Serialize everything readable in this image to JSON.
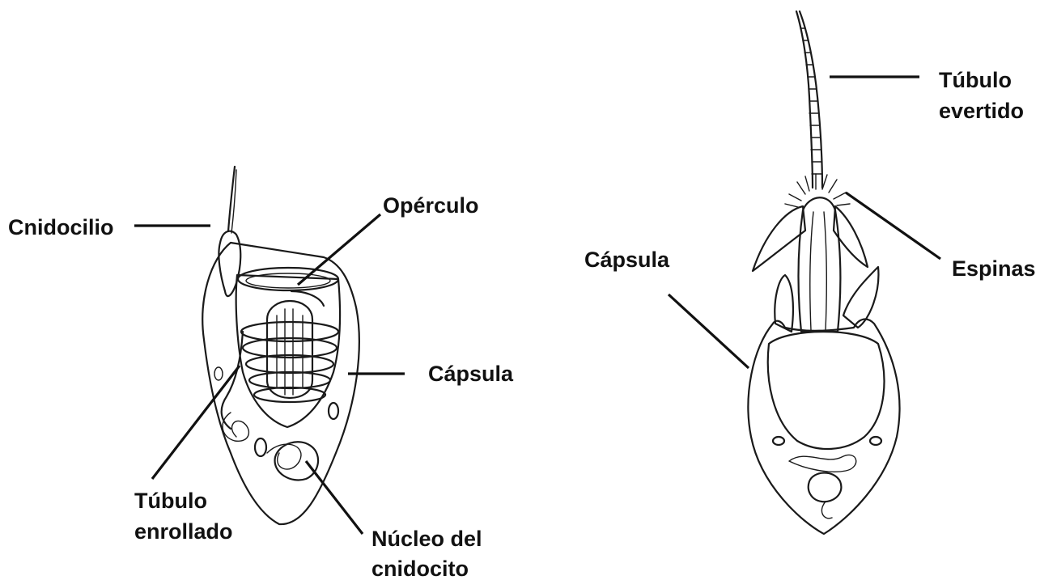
{
  "left_figure": {
    "labels": {
      "cnidocilio": "Cnidocilio",
      "operculo": "Opérculo",
      "capsula": "Cápsula",
      "tubulo_line1": "Túbulo",
      "tubulo_line2": "enrollado",
      "nucleo_line1": "Núcleo del",
      "nucleo_line2": "cnidocito"
    }
  },
  "right_figure": {
    "labels": {
      "tubulo_line1": "Túbulo",
      "tubulo_line2": "evertido",
      "capsula": "Cápsula",
      "espinas": "Espinas"
    }
  }
}
